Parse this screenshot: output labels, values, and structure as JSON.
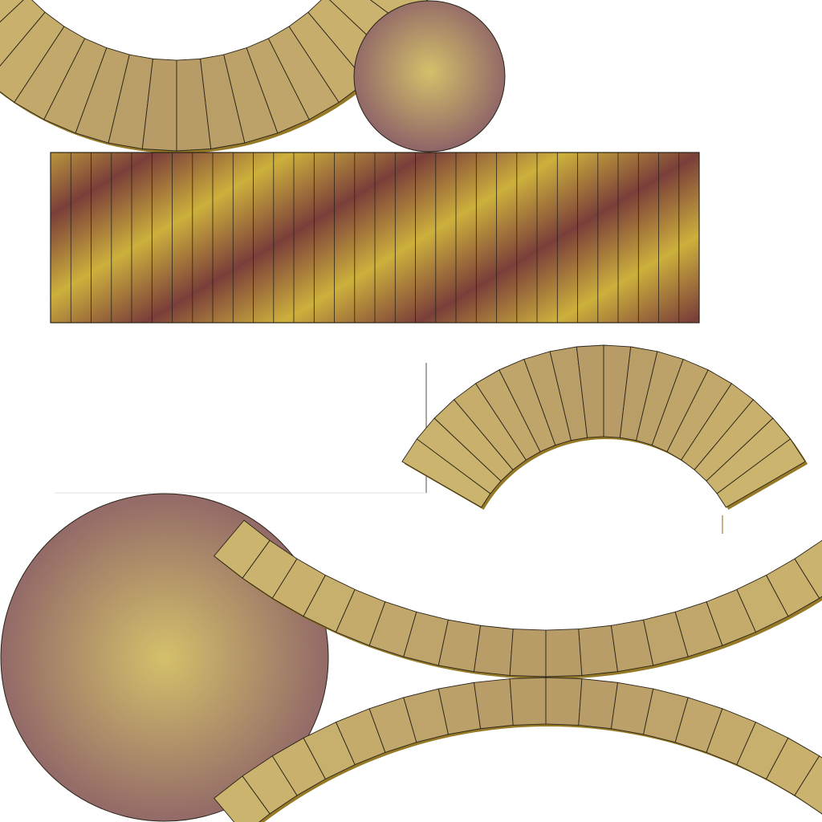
{
  "texture_atlas": {
    "pieces": [
      {
        "id": "arc-segment-top",
        "kind": "arc-band",
        "segments": 18,
        "orientation": "opens-up"
      },
      {
        "id": "disc-small",
        "kind": "disc"
      },
      {
        "id": "striped-panel",
        "kind": "rect-panel",
        "columns": 32
      },
      {
        "id": "arc-segment-middle",
        "kind": "arc-band",
        "segments": 18,
        "orientation": "opens-down"
      },
      {
        "id": "disc-large",
        "kind": "disc"
      },
      {
        "id": "arc-segment-lower-upper",
        "kind": "arc-band",
        "segments": 20,
        "orientation": "opens-up"
      },
      {
        "id": "arc-segment-lower-lower",
        "kind": "arc-band",
        "segments": 20,
        "orientation": "opens-down"
      }
    ]
  },
  "colors": {
    "gold": "#c8b460",
    "gold_light": "#d4c06a",
    "tan": "#b89f68",
    "mauve": "#8c6168",
    "stripe_gold": "#cdb03c",
    "stripe_maroon": "#7a3e3a",
    "outline": "#2a2418",
    "shadow": "#8a6a10",
    "hairline": "#d8d8d8"
  }
}
